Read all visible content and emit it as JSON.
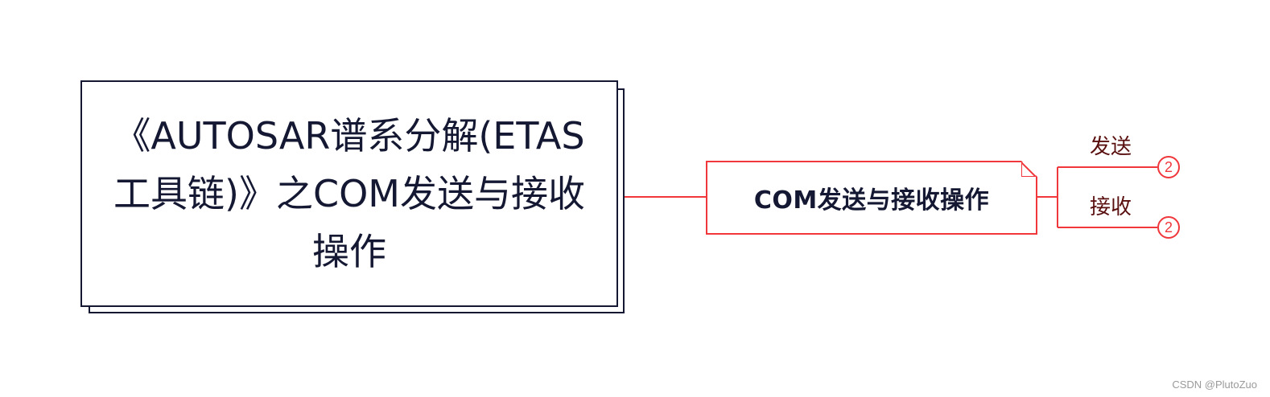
{
  "root": {
    "title": "《AUTOSAR谱系分解(ETAS工具链)》之COM发送与接收操作"
  },
  "topic": {
    "label": "COM发送与接收操作"
  },
  "branches": [
    {
      "label": "发送",
      "count": "2"
    },
    {
      "label": "接收",
      "count": "2"
    }
  ],
  "colors": {
    "root_border": "#141832",
    "topic_border": "#f0373b",
    "branch_text": "#5a0f0f"
  },
  "watermark": "CSDN @PlutoZuo"
}
